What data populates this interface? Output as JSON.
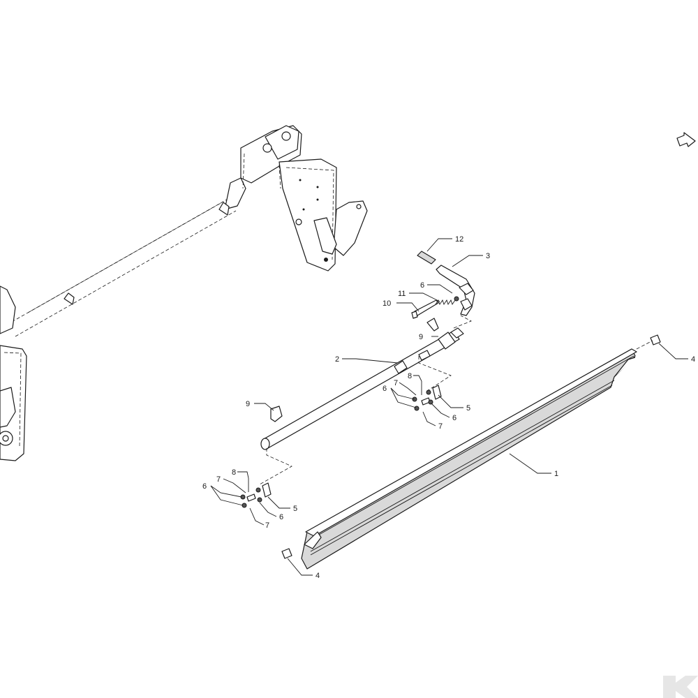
{
  "callouts": [
    {
      "id": "c12",
      "label": "12"
    },
    {
      "id": "c3",
      "label": "3"
    },
    {
      "id": "c6a",
      "label": "6"
    },
    {
      "id": "c11",
      "label": "11"
    },
    {
      "id": "c10",
      "label": "10"
    },
    {
      "id": "c9a",
      "label": "9"
    },
    {
      "id": "c2",
      "label": "2"
    },
    {
      "id": "c4a",
      "label": "4"
    },
    {
      "id": "c8a",
      "label": "8"
    },
    {
      "id": "c7a",
      "label": "7"
    },
    {
      "id": "c6b",
      "label": "6"
    },
    {
      "id": "c5a",
      "label": "5"
    },
    {
      "id": "c6c",
      "label": "6"
    },
    {
      "id": "c7b",
      "label": "7"
    },
    {
      "id": "c9b",
      "label": "9"
    },
    {
      "id": "c1",
      "label": "1"
    },
    {
      "id": "c8b",
      "label": "8"
    },
    {
      "id": "c7c",
      "label": "7"
    },
    {
      "id": "c6d",
      "label": "6"
    },
    {
      "id": "c5b",
      "label": "5"
    },
    {
      "id": "c6e",
      "label": "6"
    },
    {
      "id": "c7d",
      "label": "7"
    },
    {
      "id": "c4b",
      "label": "4"
    }
  ],
  "icons": {
    "direction": "direction-arrow-icon",
    "brand": "brand-logo-icon"
  },
  "colors": {
    "line": "#1a1a1a",
    "logo": "#e6e6e6",
    "background": "#ffffff"
  }
}
